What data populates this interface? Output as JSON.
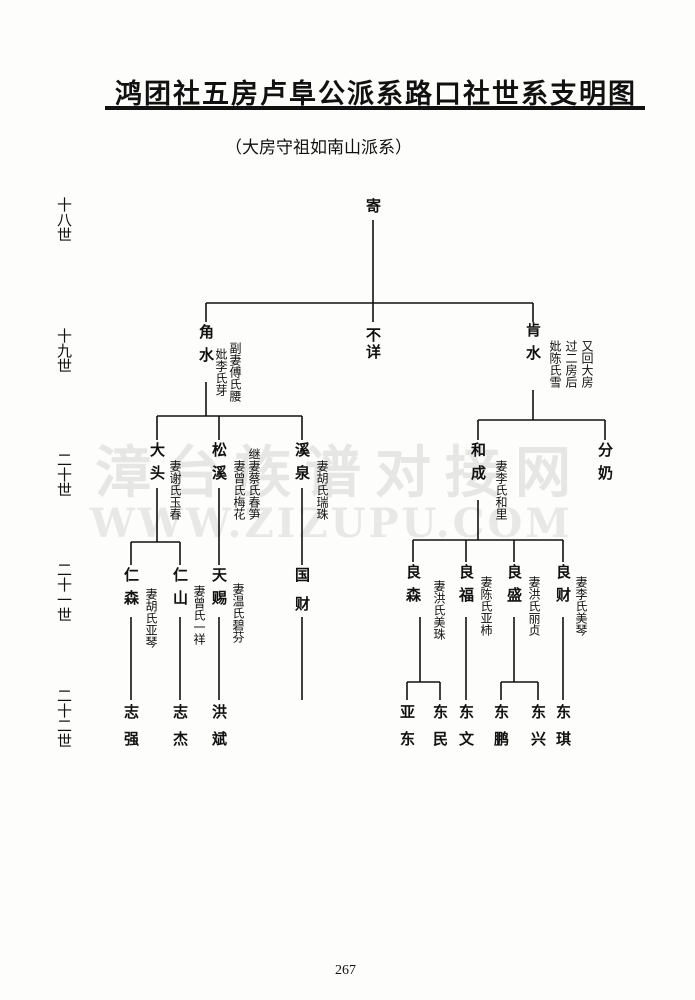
{
  "title": "鸿团社五房卢阜公派系路口社世系支明图",
  "subtitle": "（大房守祖如南山派系）",
  "generations": [
    "十八世",
    "十九世",
    "二十世",
    "二十一世",
    "二十二世"
  ],
  "gen18": {
    "name": "寄"
  },
  "gen19": [
    {
      "name": "角水",
      "notes": [
        "副妻傅氏腰",
        "妣李氏芽"
      ]
    },
    {
      "name": "不详",
      "notes": []
    },
    {
      "name": "肯水",
      "notes": [
        "又回大房",
        "过二房后",
        "妣陈氏雪"
      ]
    }
  ],
  "gen20": [
    {
      "name": "大头",
      "notes": [
        "妻谢氏玉春"
      ]
    },
    {
      "name": "松溪",
      "notes": [
        "继妻蔡氏春笋",
        "妻曾氏梅花"
      ]
    },
    {
      "name": "溪泉",
      "notes": [
        "妻胡氏瑞珠"
      ]
    },
    {
      "name": "和成",
      "notes": [
        "妻李氏和里"
      ]
    },
    {
      "name": "分奶",
      "notes": []
    }
  ],
  "gen21": [
    {
      "name": "仁森",
      "notes": [
        "妻胡氏亚琴"
      ]
    },
    {
      "name": "仁山",
      "notes": [
        "妻曾氏一祥"
      ]
    },
    {
      "name": "天赐",
      "notes": [
        "妻温氏碧芬"
      ]
    },
    {
      "name": "国财",
      "notes": []
    },
    {
      "name": "良森",
      "notes": [
        "妻洪氏美珠"
      ]
    },
    {
      "name": "良福",
      "notes": [
        "妻陈氏亚柿"
      ]
    },
    {
      "name": "良盛",
      "notes": [
        "妻洪氏丽贞"
      ]
    },
    {
      "name": "良财",
      "notes": [
        "妻李氏美琴"
      ]
    }
  ],
  "gen22": [
    "志强",
    "志杰",
    "洪斌",
    "亚东",
    "东民",
    "东文",
    "东鹏",
    "东兴",
    "东琪"
  ],
  "watermark": "漳台族谱对接网",
  "watermark_url": "WWW.ZIZUPU.COM",
  "page_number": "267"
}
